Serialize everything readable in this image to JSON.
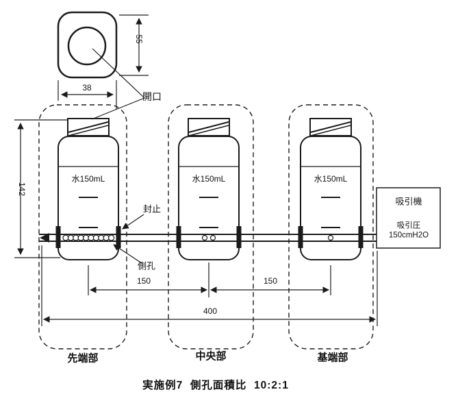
{
  "top_view": {
    "width": "38",
    "height": "55",
    "opening": "開口"
  },
  "bottles": {
    "height": "142",
    "items": [
      {
        "content": "水150mL",
        "section": "先端部"
      },
      {
        "content": "水150mL",
        "section": "中央部"
      },
      {
        "content": "水150mL",
        "section": "基端部"
      }
    ]
  },
  "annotations": {
    "seal": "封止",
    "side_hole": "側孔"
  },
  "tube_dimensions": {
    "span_1": "150",
    "span_2": "150",
    "total": "400"
  },
  "suction_machine": {
    "name": "吸引機",
    "pressure_label": "吸引圧",
    "pressure_value": "150cmH2O"
  },
  "caption": "実施例7  側孔面積比  10:2:1",
  "line_color": "#1a1a1a"
}
